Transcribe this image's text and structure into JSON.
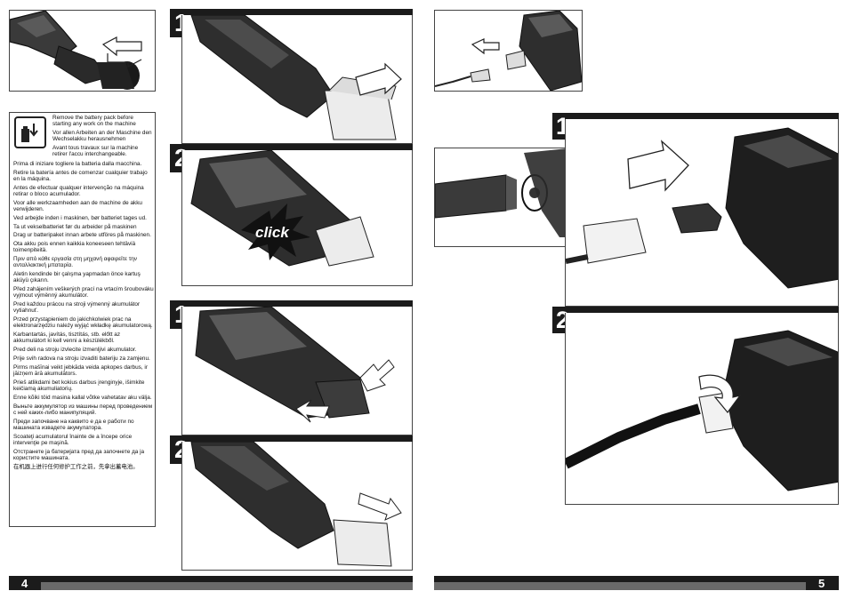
{
  "left_page": {
    "page_number": "4",
    "steps": [
      {
        "number": "1"
      },
      {
        "number": "2",
        "click_text": "click"
      },
      {
        "number": "1"
      },
      {
        "number": "2"
      }
    ],
    "warning_lines": [
      "Remove the battery pack before starting any work on the machine",
      "Vor allen Arbeiten an der Maschine den Wechselakku herausnehmen",
      "Avant tous travaux sur la machine retirer l'accu interchangeable.",
      "Prima di iniziare togliere la batteria dalla macchina.",
      "Retire la batería antes de comenzar cualquier trabajo en la máquina.",
      "Antes de efectuar qualquer intervenção na máquina retirar o bloco acumulador.",
      "Voor alle werkzaamheden aan de machine de akku verwijderen.",
      "Ved arbejde inden i maskinen, bør batteriet tages ud.",
      "Ta ut vekselbatteriet før du arbeider på maskinen",
      "Drag ur batteripaket innan arbete utföres på maskinen.",
      "Ota akku pois ennen kaikkia koneeseen tehtäviä toimenpiteitä.",
      "Πριν από κάθε εργασία στη μηχανή αφαιρείτε την ανταλλακτική μπαταρία.",
      "Aletin kendinde bir çalışma yapmadan önce kartuş aküyü çıkarın.",
      "Před zahájením veškerých prací na vrtacím šroubováku vyjmout výměnný akumulátor.",
      "Pred každou prácou na stroji výmenný akumulátor vytiahnuť.",
      "Przed przystąpieniem do jakichkolwiek prac na elektronarzędziu należy wyjąć wkładkę akumulatorową.",
      "Karbantartás, javítás, tisztítás, stb. előtt az akkumulátort ki kell venni a készülékből.",
      "Pred deli na stroju izvlecite izmenljivi akumulator.",
      "Prije svih radova na stroju izvaditi bateriju za zamjenu.",
      "Pirms mašīnai veikt jebkāda veida apkopes darbus, ir jāizņem ārā akumulātors.",
      "Prieš atlikdami bet kokius darbus įrenginyje, išimkite keičiamą akumuliatorių.",
      "Enne kõiki töid masina kallal võtke vahetatav aku välja.",
      "Выньте аккумулятор из машины перед проведением с ней каких-либо манипуляций.",
      "Преди започване на каквито е да е работи по машината извадете акумулатора.",
      "Scoateţi acumulatorul înainte de a începe orice intervenţie pe maşină.",
      "Отстранете ја батеријата пред да започнете да ја користите машината.",
      "在机器上进行任何修护工作之前，先拿出蓄电池。"
    ]
  },
  "right_page": {
    "page_number": "5",
    "steps": [
      {
        "number": "1"
      },
      {
        "number": "2"
      }
    ]
  },
  "colors": {
    "band": "#1b1b1b",
    "line_art": "#1a1a1a",
    "body_gray": "#3a3a3a",
    "battery": "#e8e8e8"
  },
  "icons": [
    "battery-warning-icon",
    "arrow-icon",
    "rotate-arrow-icon"
  ]
}
